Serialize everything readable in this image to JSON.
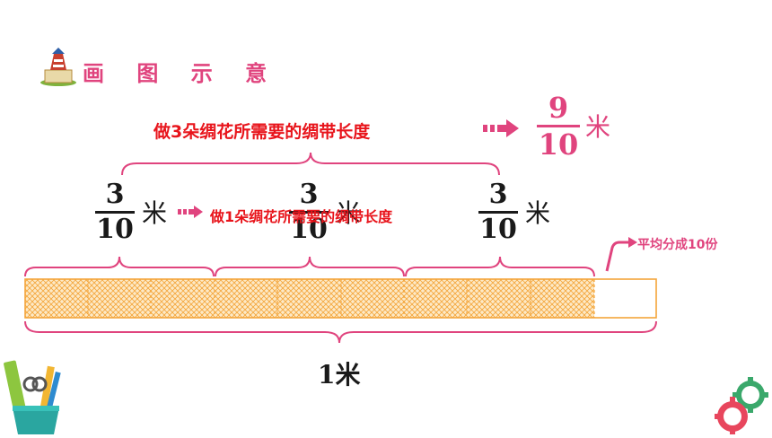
{
  "header": {
    "title": "画 图 示 意"
  },
  "total": {
    "label": "做3朵绸花所需要的绸带长度",
    "fraction": {
      "num": "9",
      "den": "10"
    },
    "unit": "米"
  },
  "part": {
    "label": "做1朵绸花所需要的绸带长度",
    "fraction": {
      "num": "3",
      "den": "10"
    },
    "unit": "米"
  },
  "note": {
    "label": "平均分成10份"
  },
  "bar": {
    "segments": 10,
    "shaded": 9
  },
  "whole": {
    "label": "1米"
  },
  "colors": {
    "accent": "#e0447e",
    "red": "#e8141b",
    "bar": "#f4a53a",
    "text": "#1a1a1a"
  },
  "icons": [
    "lighthouse-icon",
    "pencil-cup-icon",
    "gear-math-icon",
    "arrow-right-icon",
    "bent-arrow-icon",
    "curly-brace"
  ]
}
